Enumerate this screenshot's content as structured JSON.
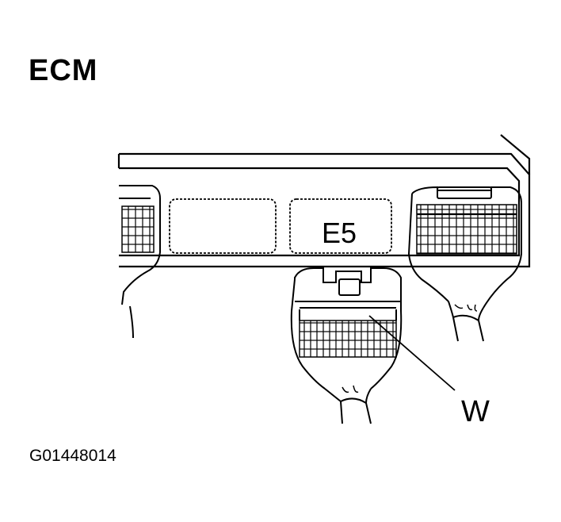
{
  "diagram": {
    "title": "ECM",
    "connector_label": "E5",
    "wire_label": "W",
    "figure_id": "G01448014"
  }
}
